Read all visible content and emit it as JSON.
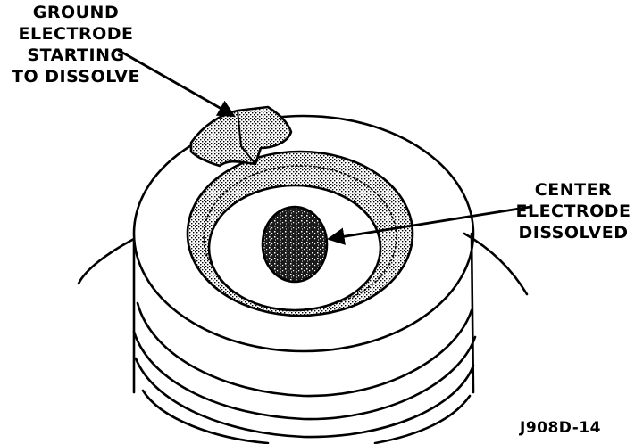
{
  "callouts": {
    "ground_electrode": {
      "lines": [
        "GROUND",
        "ELECTRODE",
        "STARTING",
        "TO DISSOLVE"
      ]
    },
    "center_electrode": {
      "lines": [
        "CENTER",
        "ELECTRODE",
        "DISSOLVED"
      ]
    }
  },
  "figure_code": "J908D-14",
  "colors": {
    "ink": "#000000",
    "paper": "#ffffff"
  }
}
